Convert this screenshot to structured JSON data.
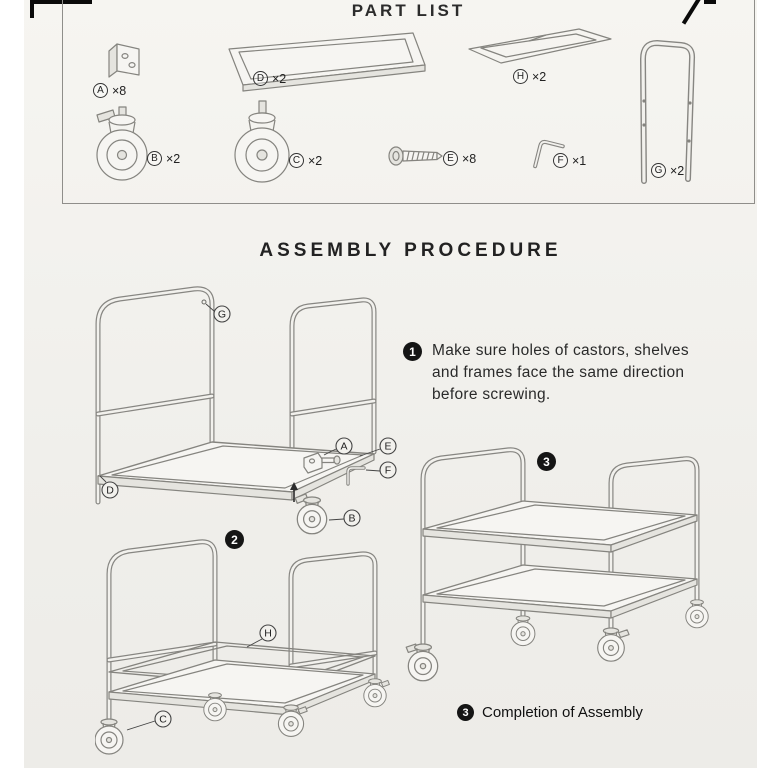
{
  "sheet": {
    "part_list": {
      "title": "PART LIST",
      "parts": [
        {
          "letter": "A",
          "qty": "×8"
        },
        {
          "letter": "D",
          "qty": "×2"
        },
        {
          "letter": "H",
          "qty": "×2"
        },
        {
          "letter": "G",
          "qty": "×2"
        },
        {
          "letter": "B",
          "qty": "×2"
        },
        {
          "letter": "C",
          "qty": "×2"
        },
        {
          "letter": "E",
          "qty": "×8"
        },
        {
          "letter": "F",
          "qty": "×1"
        }
      ]
    },
    "assembly": {
      "title": "ASSEMBLY PROCEDURE",
      "steps": [
        {
          "number": "1",
          "text": "Make sure holes of castors, shelves and frames face the same direction before screwing."
        },
        {
          "number": "2"
        },
        {
          "number": "3"
        }
      ],
      "completion": {
        "number": "3",
        "text": "Completion of Assembly"
      },
      "callouts": {
        "g": "G",
        "d": "D",
        "a": "A",
        "e": "E",
        "f": "F",
        "b": "B",
        "h": "H",
        "c": "C"
      }
    }
  }
}
